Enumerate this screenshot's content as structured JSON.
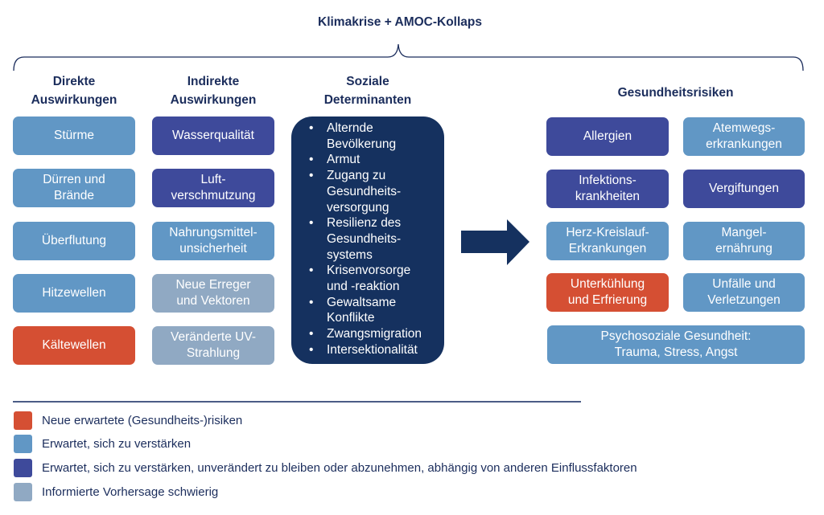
{
  "title": "Klimakrise + AMOC-Kollaps",
  "columns": {
    "direct": {
      "header": "Direkte\nAuswirkungen",
      "items": [
        {
          "label": "Stürme",
          "category": "light"
        },
        {
          "label": "Dürren und\nBrände",
          "category": "light"
        },
        {
          "label": "Überflutung",
          "category": "light"
        },
        {
          "label": "Hitzewellen",
          "category": "light"
        },
        {
          "label": "Kältewellen",
          "category": "red"
        }
      ]
    },
    "indirect": {
      "header": "Indirekte\nAuswirkungen",
      "items": [
        {
          "label": "Wasserqualität",
          "category": "dark"
        },
        {
          "label": "Luft-\nverschmutzung",
          "category": "dark"
        },
        {
          "label": "Nahrungsmittel-\nunsicherheit",
          "category": "light"
        },
        {
          "label": "Neue Erreger\nund Vektoren",
          "category": "gray"
        },
        {
          "label": "Veränderte UV-\nStrahlung",
          "category": "gray"
        }
      ]
    },
    "social": {
      "header": "Soziale\nDeterminanten",
      "items": [
        "Alternde Bevölkerung",
        "Armut",
        "Zugang zu Gesundheits-versorgung",
        "Resilienz des Gesundheits-systems",
        "Krisenvorsorge und -reaktion",
        "Gewaltsame Konflikte",
        "Zwangsmigration",
        "Intersektionalität"
      ]
    },
    "health": {
      "header": "Gesundheitsrisiken",
      "items": [
        {
          "label": "Allergien",
          "category": "dark"
        },
        {
          "label": "Atemwegs-\nerkrankungen",
          "category": "light"
        },
        {
          "label": "Infektions-\nkrankheiten",
          "category": "dark"
        },
        {
          "label": "Vergiftungen",
          "category": "dark"
        },
        {
          "label": "Herz-Kreislauf-\nErkrankungen",
          "category": "light"
        },
        {
          "label": "Mangel-\nernährung",
          "category": "light"
        },
        {
          "label": "Unterkühlung\nund Erfrierung",
          "category": "red"
        },
        {
          "label": "Unfälle und\nVerletzungen",
          "category": "light"
        },
        {
          "label": "Psychosoziale Gesundheit:\nTrauma, Stress, Angst",
          "category": "light"
        }
      ]
    }
  },
  "legend": [
    {
      "label": "Neue erwartete (Gesundheits-)risiken",
      "color": "#d54f33"
    },
    {
      "label": "Erwartet, sich zu verstärken",
      "color": "#6197c5"
    },
    {
      "label": "Erwartet, sich zu verstärken, unverändert zu bleiben oder abzunehmen, abhängig von anderen Einflussfaktoren",
      "color": "#3e4a9b"
    },
    {
      "label": "Informierte Vorhersage schwierig",
      "color": "#90a9c3"
    }
  ]
}
